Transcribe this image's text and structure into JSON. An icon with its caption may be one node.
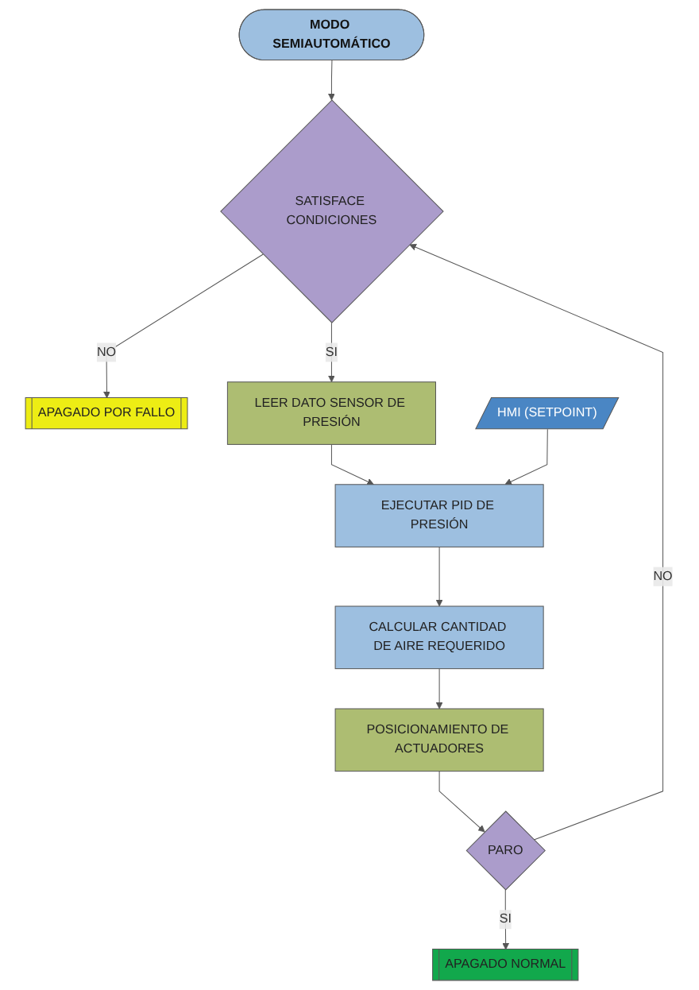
{
  "diagram": {
    "nodes": [
      {
        "text": [
          "MODO SEMIAUTOMÁTICO"
        ]
      },
      {
        "text": [
          "SATISFACE CONDICIONES"
        ]
      },
      {
        "text": [
          "APAGADO POR FALLO"
        ]
      },
      {
        "text": [
          "LEER DATO SENSOR DE PRESIÓN"
        ]
      },
      {
        "text": [
          "EJECUTAR PID DE PRESIÓN"
        ]
      },
      {
        "text": [
          "HMI (SETPOINT)"
        ]
      },
      {
        "text": [
          "CALCULAR CANTIDAD DE AIRE REQUERIDO"
        ]
      },
      {
        "text": [
          "POSICIONAMIENTO DE ACTUADORES"
        ]
      },
      {
        "text": [
          "PARO"
        ]
      },
      {
        "text": [
          "APAGADO NORMAL"
        ]
      }
    ],
    "edges": [
      {
        "from": 0,
        "to": 1,
        "arrow": "to"
      },
      {
        "from": 1,
        "to": 2,
        "arrow": "to",
        "label": "NO"
      },
      {
        "from": 1,
        "to": 3,
        "arrow": "to",
        "label": "SI"
      },
      {
        "from": 3,
        "to": 4,
        "arrow": "to"
      },
      {
        "from": 5,
        "to": 4,
        "arrow": "to"
      },
      {
        "from": 4,
        "to": 6,
        "arrow": "to"
      },
      {
        "from": 6,
        "to": 7,
        "arrow": "to"
      },
      {
        "from": 7,
        "to": 8,
        "arrow": "to"
      },
      {
        "from": 8,
        "to": 1,
        "arrow": "to",
        "label": "NO"
      },
      {
        "from": 8,
        "to": 9,
        "arrow": "to",
        "label": "SI"
      }
    ]
  }
}
